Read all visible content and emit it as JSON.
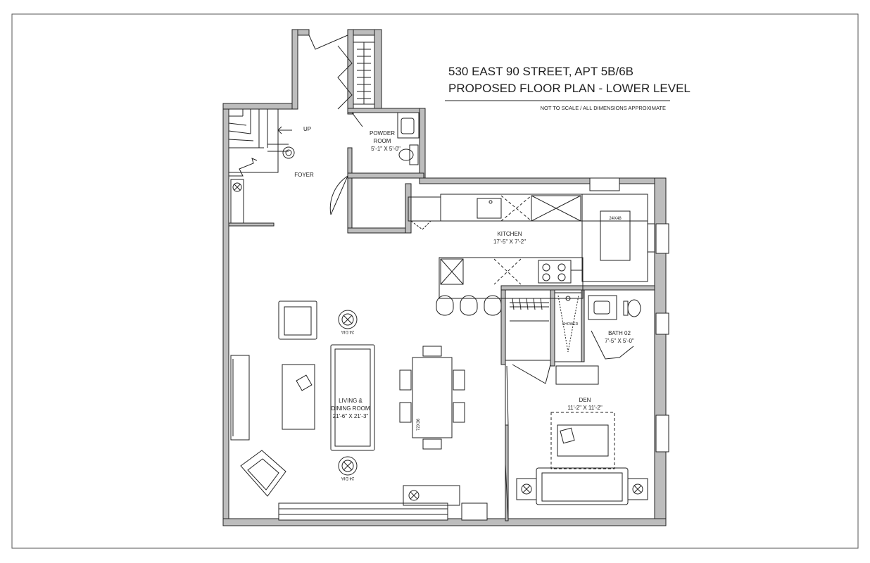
{
  "header": {
    "address": "530 EAST 90 STREET, APT 5B/6B",
    "plan_title": "PROPOSED FLOOR PLAN - LOWER LEVEL",
    "note": "NOT TO SCALE / ALL DIMENSIONS APPROXIMATE"
  },
  "rooms": {
    "powder_room": {
      "name_line1": "POWDER",
      "name_line2": "ROOM",
      "dims": "5'-1\" X 5'-0\""
    },
    "foyer": {
      "name": "FOYER"
    },
    "stair": {
      "label": "UP"
    },
    "kitchen": {
      "name": "KITCHEN",
      "dims": "17'-5\" X 7'-2\"",
      "counter_label": "24X48"
    },
    "bath": {
      "name": "BATH 02",
      "dims": "7'-5\" X 5'-0\"",
      "shower_label": "SHOWER"
    },
    "den": {
      "name": "DEN",
      "dims": "11'-2\" X 11'-2\""
    },
    "living": {
      "name_line1": "LIVING &",
      "name_line2": "DINING ROOM",
      "dims": "21'-6\" X 21'-3\"",
      "table_label": "72X36",
      "side_table_label": "24 DIA"
    }
  },
  "colors": {
    "wall": "#bdbdbd",
    "line": "#222222",
    "border": "#555555"
  }
}
